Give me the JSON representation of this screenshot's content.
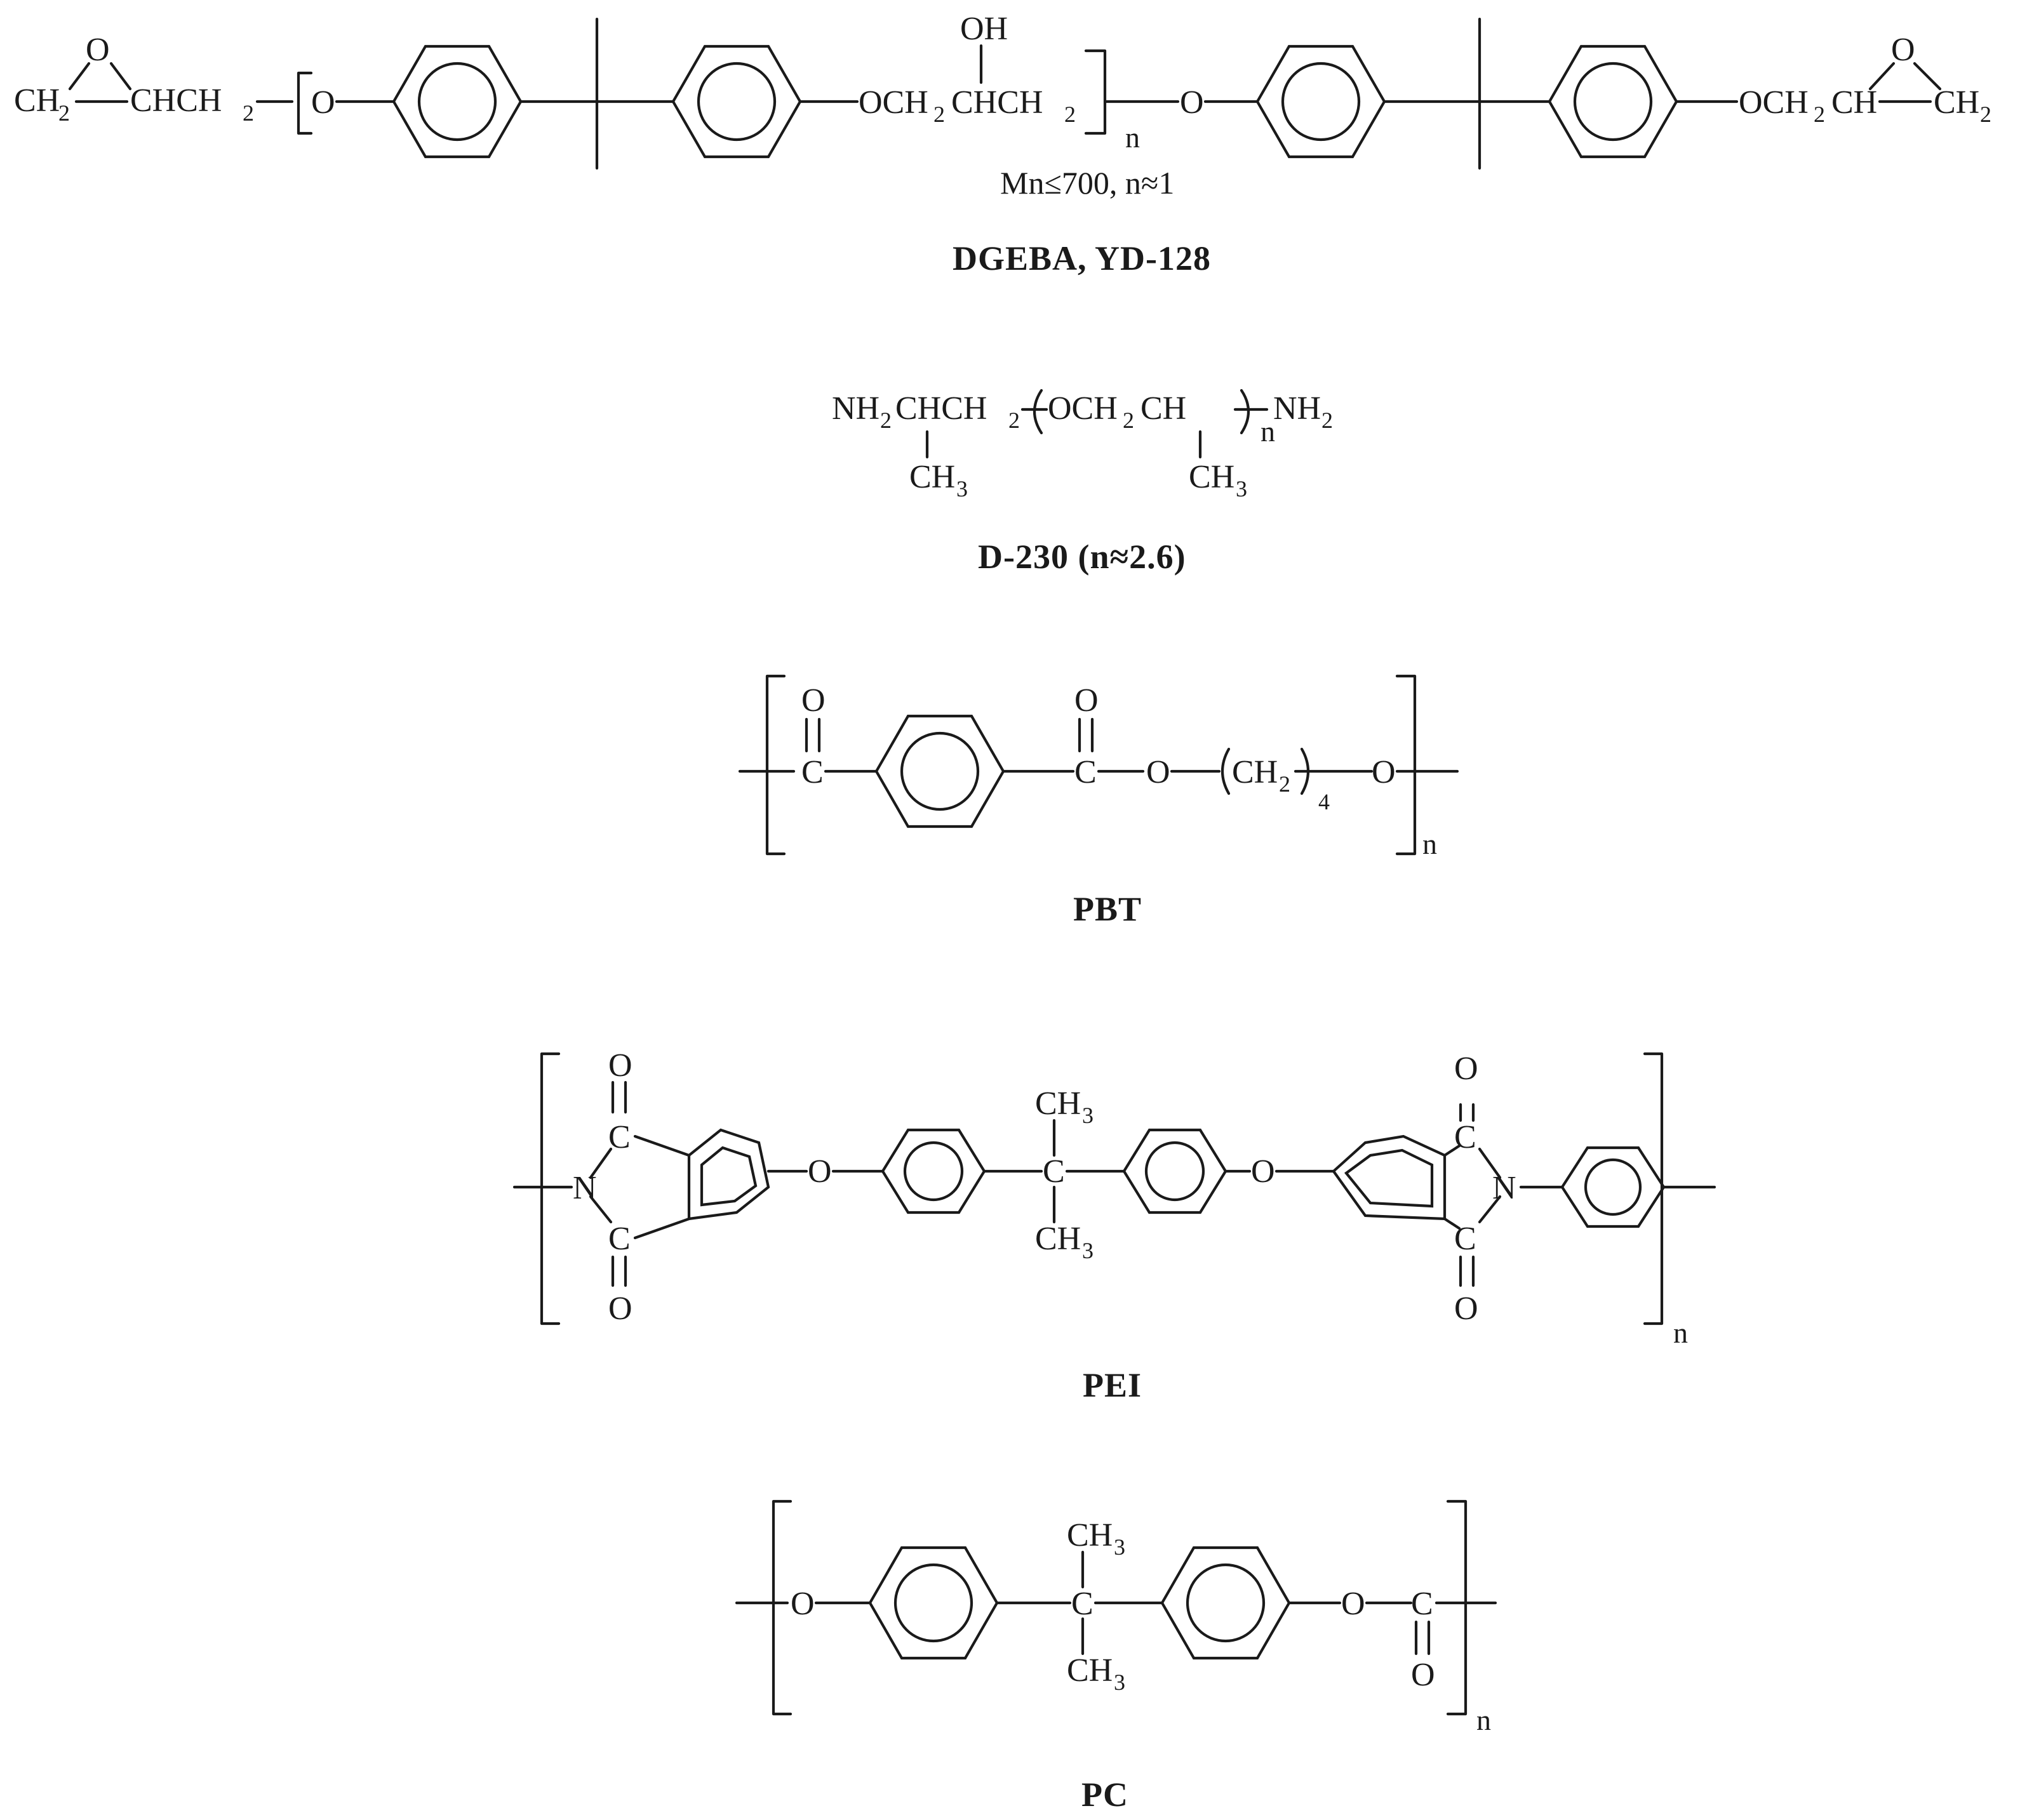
{
  "structures": [
    {
      "key": "dgeba",
      "caption": "DGEBA, YD-128",
      "note": "Mn≤700, n≈1",
      "labels": {
        "ch2_a": "CH",
        "ch2_a_sub": "2",
        "o_epox_l": "O",
        "chch2_l": "CHCH",
        "chch2_l_sub": "2",
        "o_l": "O",
        "och2_mid": "OCH",
        "och2_mid_sub": "2",
        "chch2_mid": "CHCH",
        "chch2_mid_sub": "2",
        "oh": "OH",
        "n": "n",
        "o_mid": "O",
        "och2_r": "OCH",
        "och2_r_sub": "2",
        "ch_r": "CH",
        "ch2_r": "CH",
        "ch2_r_sub": "2",
        "o_epox_r": "O"
      }
    },
    {
      "key": "d230",
      "caption": "D-230 (n≈2.6)",
      "labels": {
        "nh2_l": "NH",
        "nh2_l_sub": "2",
        "chch2": "CHCH",
        "chch2_sub": "2",
        "och2": "OCH",
        "och2_sub": "2",
        "ch": "CH",
        "nh2_r": "NH",
        "nh2_r_sub": "2",
        "n": "n",
        "ch3_l": "CH",
        "ch3_l_sub": "3",
        "ch3_r": "CH",
        "ch3_r_sub": "3"
      }
    },
    {
      "key": "pbt",
      "caption": "PBT",
      "labels": {
        "o1": "O",
        "c1": "C",
        "o2": "O",
        "c2": "C",
        "o_ester": "O",
        "ch2": "CH",
        "ch2_sub": "2",
        "four": "4",
        "o_end": "O",
        "n": "n"
      }
    },
    {
      "key": "pei",
      "caption": "PEI",
      "labels": {
        "o_tl": "O",
        "c_tl": "C",
        "n_l": "N",
        "c_bl": "C",
        "o_bl": "O",
        "o_ether_l": "O",
        "ch3_top": "CH",
        "ch3_top_sub": "3",
        "c_center": "C",
        "ch3_bot": "CH",
        "ch3_bot_sub": "3",
        "o_ether_r": "O",
        "o_tr": "O",
        "c_tr": "C",
        "n_r": "N",
        "c_br": "C",
        "o_br": "O",
        "n": "n"
      }
    },
    {
      "key": "pc",
      "caption": "PC",
      "labels": {
        "o_l": "O",
        "ch3_top": "CH",
        "ch3_top_sub": "3",
        "c_center": "C",
        "ch3_bot": "CH",
        "ch3_bot_sub": "3",
        "o_r": "O",
        "c_carb": "C",
        "o_carb": "O",
        "n": "n"
      }
    }
  ]
}
